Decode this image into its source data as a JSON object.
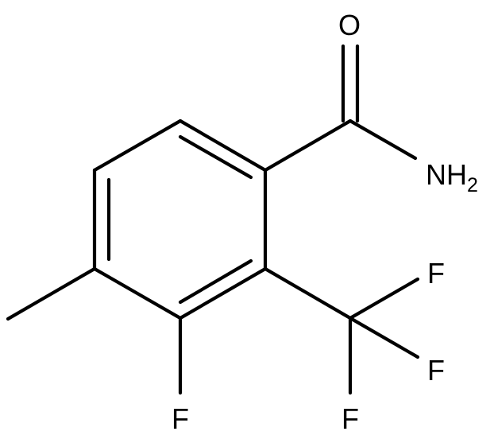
{
  "molecule": {
    "atoms": {
      "O": "O",
      "NH2_main": "NH",
      "NH2_sub": "2",
      "F_ring": "F",
      "F1": "F",
      "F2": "F",
      "F3": "F"
    }
  }
}
